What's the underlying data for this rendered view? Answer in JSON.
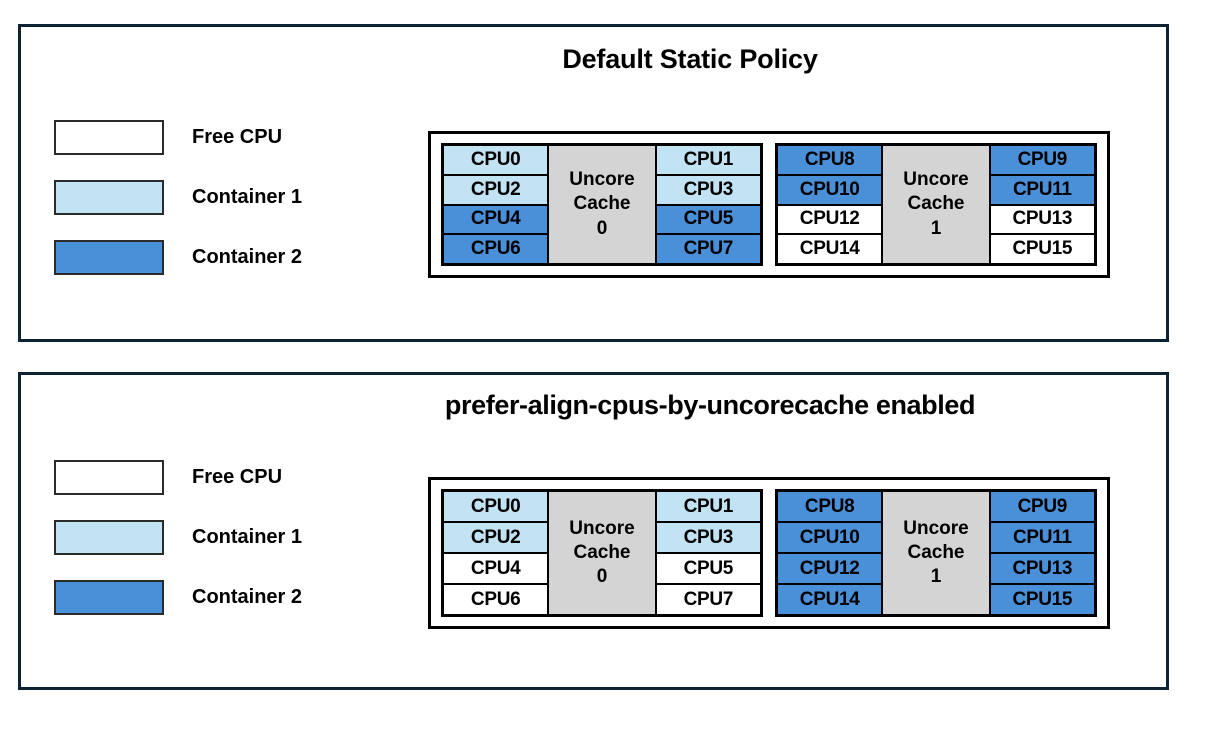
{
  "panels": [
    {
      "title": "Default Static Policy",
      "legend": [
        {
          "label": "Free CPU",
          "color": "#ffffff"
        },
        {
          "label": "Container 1",
          "color": "#c2e3f3"
        },
        {
          "label": "Container 2",
          "color": "#4a90d9"
        }
      ],
      "cache_groups": [
        {
          "cache_label_line1": "Uncore",
          "cache_label_line2": "Cache",
          "cache_label_line3": "0",
          "left_column": [
            {
              "label": "CPU0",
              "color": "#c2e3f3"
            },
            {
              "label": "CPU2",
              "color": "#c2e3f3"
            },
            {
              "label": "CPU4",
              "color": "#4a90d9"
            },
            {
              "label": "CPU6",
              "color": "#4a90d9"
            }
          ],
          "right_column": [
            {
              "label": "CPU1",
              "color": "#c2e3f3"
            },
            {
              "label": "CPU3",
              "color": "#c2e3f3"
            },
            {
              "label": "CPU5",
              "color": "#4a90d9"
            },
            {
              "label": "CPU7",
              "color": "#4a90d9"
            }
          ]
        },
        {
          "cache_label_line1": "Uncore",
          "cache_label_line2": "Cache",
          "cache_label_line3": "1",
          "left_column": [
            {
              "label": "CPU8",
              "color": "#4a90d9"
            },
            {
              "label": "CPU10",
              "color": "#4a90d9"
            },
            {
              "label": "CPU12",
              "color": "#ffffff"
            },
            {
              "label": "CPU14",
              "color": "#ffffff"
            }
          ],
          "right_column": [
            {
              "label": "CPU9",
              "color": "#4a90d9"
            },
            {
              "label": "CPU11",
              "color": "#4a90d9"
            },
            {
              "label": "CPU13",
              "color": "#ffffff"
            },
            {
              "label": "CPU15",
              "color": "#ffffff"
            }
          ]
        }
      ]
    },
    {
      "title": "prefer-align-cpus-by-uncorecache enabled",
      "legend": [
        {
          "label": "Free CPU",
          "color": "#ffffff"
        },
        {
          "label": "Container 1",
          "color": "#c2e3f3"
        },
        {
          "label": "Container 2",
          "color": "#4a90d9"
        }
      ],
      "cache_groups": [
        {
          "cache_label_line1": "Uncore",
          "cache_label_line2": "Cache",
          "cache_label_line3": "0",
          "left_column": [
            {
              "label": "CPU0",
              "color": "#c2e3f3"
            },
            {
              "label": "CPU2",
              "color": "#c2e3f3"
            },
            {
              "label": "CPU4",
              "color": "#ffffff"
            },
            {
              "label": "CPU6",
              "color": "#ffffff"
            }
          ],
          "right_column": [
            {
              "label": "CPU1",
              "color": "#c2e3f3"
            },
            {
              "label": "CPU3",
              "color": "#c2e3f3"
            },
            {
              "label": "CPU5",
              "color": "#ffffff"
            },
            {
              "label": "CPU7",
              "color": "#ffffff"
            }
          ]
        },
        {
          "cache_label_line1": "Uncore",
          "cache_label_line2": "Cache",
          "cache_label_line3": "1",
          "left_column": [
            {
              "label": "CPU8",
              "color": "#4a90d9"
            },
            {
              "label": "CPU10",
              "color": "#4a90d9"
            },
            {
              "label": "CPU12",
              "color": "#4a90d9"
            },
            {
              "label": "CPU14",
              "color": "#4a90d9"
            }
          ],
          "right_column": [
            {
              "label": "CPU9",
              "color": "#4a90d9"
            },
            {
              "label": "CPU11",
              "color": "#4a90d9"
            },
            {
              "label": "CPU13",
              "color": "#4a90d9"
            },
            {
              "label": "CPU15",
              "color": "#4a90d9"
            }
          ]
        }
      ]
    }
  ],
  "colors": {
    "free_cpu": "#ffffff",
    "container_1": "#c2e3f3",
    "container_2": "#4a90d9",
    "uncore_cache": "#d4d4d4",
    "panel_border": "#0d2233",
    "diagram_border": "#000000"
  }
}
